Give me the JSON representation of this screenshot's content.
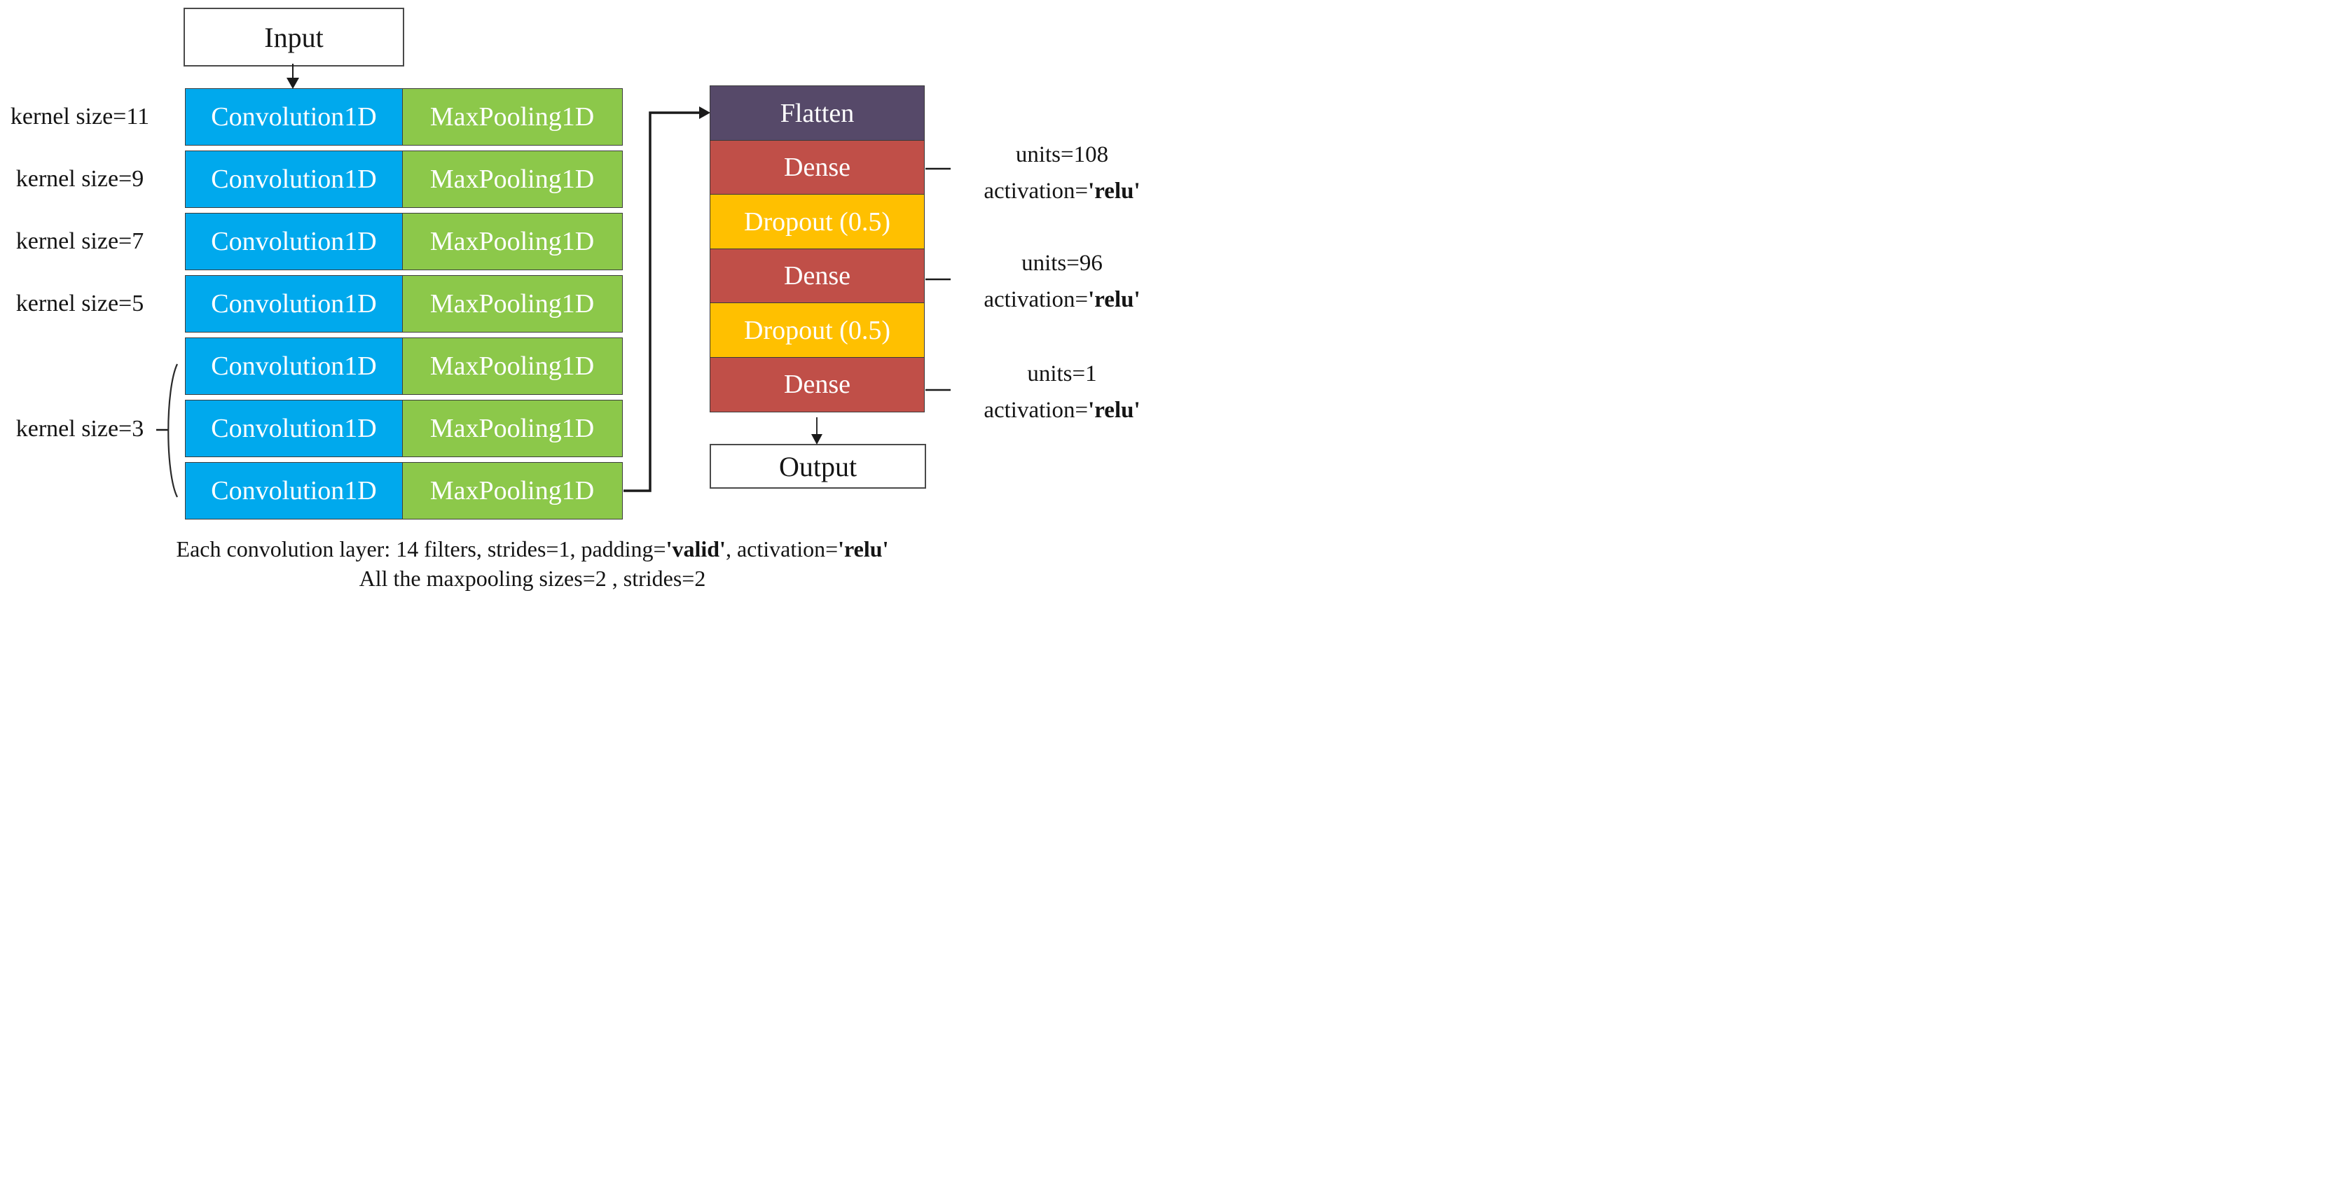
{
  "diagram": {
    "io": {
      "input_label": "Input",
      "output_label": "Output"
    },
    "left_column": {
      "rows": [
        {
          "conv": "Convolution1D",
          "pool": "MaxPooling1D"
        },
        {
          "conv": "Convolution1D",
          "pool": "MaxPooling1D"
        },
        {
          "conv": "Convolution1D",
          "pool": "MaxPooling1D"
        },
        {
          "conv": "Convolution1D",
          "pool": "MaxPooling1D"
        },
        {
          "conv": "Convolution1D",
          "pool": "MaxPooling1D"
        },
        {
          "conv": "Convolution1D",
          "pool": "MaxPooling1D"
        },
        {
          "conv": "Convolution1D",
          "pool": "MaxPooling1D"
        }
      ],
      "kernel_labels": [
        {
          "text": "kernel size=11"
        },
        {
          "text": "kernel size=9"
        },
        {
          "text": "kernel size=7"
        },
        {
          "text": "kernel size=5"
        }
      ],
      "group_label": "kernel size=3"
    },
    "dense_stack": {
      "blocks": [
        {
          "label": "Flatten"
        },
        {
          "label": "Dense"
        },
        {
          "label": "Dropout (0.5)"
        },
        {
          "label": "Dense"
        },
        {
          "label": "Dropout (0.5)"
        },
        {
          "label": "Dense"
        }
      ]
    },
    "annotations": [
      {
        "units": "units=108",
        "activation_pre": "activation=",
        "activation_bold": "'relu'"
      },
      {
        "units": "units=96",
        "activation_pre": "activation=",
        "activation_bold": "'relu'"
      },
      {
        "units": "units=1",
        "activation_pre": "activation=",
        "activation_bold": "'relu'"
      }
    ],
    "footer": {
      "line1_pre": "Each convolution layer: 14 filters, strides=1, padding=",
      "line1_bold1": "'valid'",
      "line1_mid": ", activation=",
      "line1_bold2": "'relu'",
      "line2": "All the maxpooling sizes=2 , strides=2"
    },
    "colors": {
      "conv_blue": "#00A9ED",
      "pool_green": "#8CC84A",
      "flatten_purple": "#564969",
      "dense_red": "#C04F48",
      "dropout_gold": "#FFC000",
      "connector_black": "#1a1a1a"
    }
  }
}
